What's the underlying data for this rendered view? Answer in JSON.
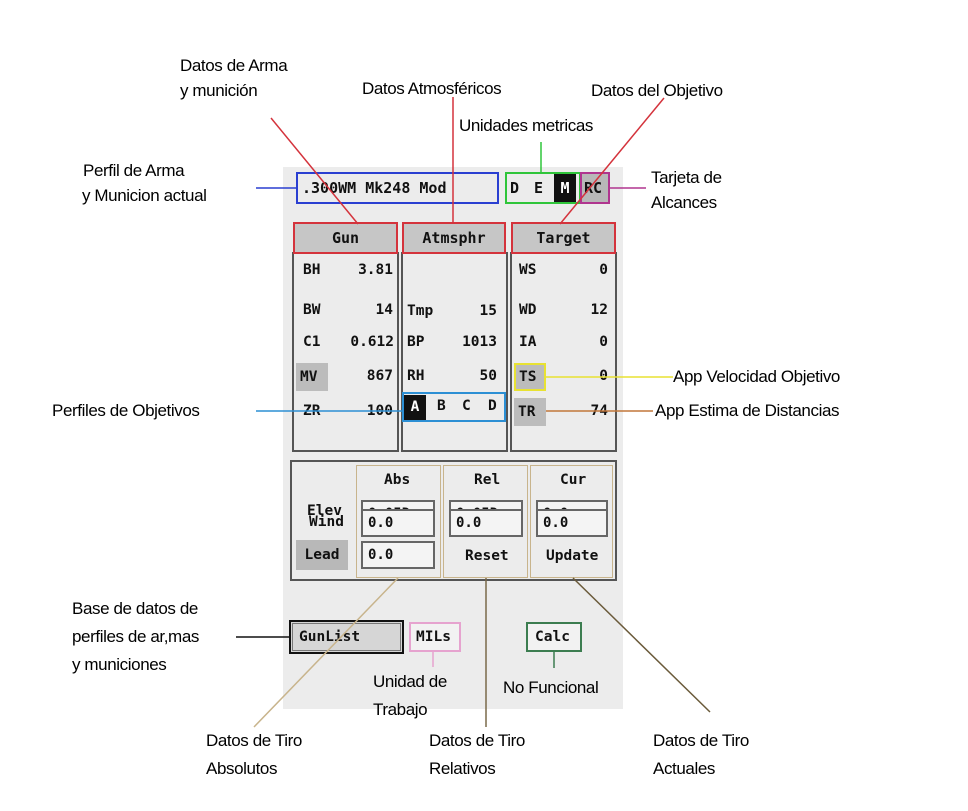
{
  "annotations": {
    "datos_arma": [
      "Datos de Arma",
      "y munición"
    ],
    "datos_atmosfericos": "Datos Atmosféricos",
    "datos_objetivo": "Datos del Objetivo",
    "unidades_metricas": "Unidades metricas",
    "perfil_arma": [
      "Perfil de Arma",
      "y Municion actual"
    ],
    "tarjeta_alcances": [
      "Tarjeta de",
      "Alcances"
    ],
    "app_velocidad": "App Velocidad Objetivo",
    "app_estima": "App Estima de Distancias",
    "perfiles_objetivos": "Perfiles de Objetivos",
    "base_datos": [
      "Base de datos de",
      "perfiles de ar,mas",
      "y municiones"
    ],
    "unidad_trabajo": [
      "Unidad de",
      "Trabajo"
    ],
    "no_funcional": "No Funcional",
    "tiro_absolutos": [
      "Datos de Tiro",
      "Absolutos"
    ],
    "tiro_relativos": [
      "Datos de Tiro",
      "Relativos"
    ],
    "tiro_actuales": [
      "Datos de Tiro",
      "Actuales"
    ]
  },
  "device": {
    "profile": ".300WM Mk248 Mod",
    "units": [
      "D",
      "E",
      "M"
    ],
    "selected_unit": "M",
    "range_card": "RC",
    "gun": {
      "header": "Gun",
      "rows": [
        {
          "label": "BH",
          "value": "3.81"
        },
        {
          "label": "BW",
          "value": "14"
        },
        {
          "label": "C1",
          "value": "0.612"
        },
        {
          "label": "MV",
          "value": "867"
        },
        {
          "label": "ZR",
          "value": "100"
        }
      ]
    },
    "atmos": {
      "header": "Atmsphr",
      "rows": [
        {
          "label": "Tmp",
          "value": "15"
        },
        {
          "label": "BP",
          "value": "1013"
        },
        {
          "label": "RH",
          "value": "50"
        }
      ]
    },
    "target_profiles": [
      "A",
      "B",
      "C",
      "D"
    ],
    "selected_target_profile": "A",
    "target": {
      "header": "Target",
      "rows": [
        {
          "label": "WS",
          "value": "0"
        },
        {
          "label": "WD",
          "value": "12"
        },
        {
          "label": "IA",
          "value": "0"
        },
        {
          "label": "TS",
          "value": "0"
        },
        {
          "label": "TR",
          "value": "74"
        }
      ]
    },
    "solution": {
      "row_labels": [
        "Elev",
        "Wind",
        "Lead"
      ],
      "columns": [
        {
          "header": "Abs",
          "values": [
            "0.05D",
            "0.0",
            "0.0"
          ]
        },
        {
          "header": "Rel",
          "values": [
            "0.05D",
            "0.0"
          ],
          "button": "Reset"
        },
        {
          "header": "Cur",
          "values": [
            "0.0",
            "0.0"
          ],
          "button": "Update"
        }
      ]
    },
    "buttons": {
      "gunlist": "GunList",
      "mils": "MILs",
      "calc": "Calc"
    }
  },
  "colors": {
    "red": "#d4333c",
    "blue": "#2a3fd1",
    "green": "#2fc53a",
    "magenta": "#b0358f",
    "cyan": "#2c8fd4",
    "yellow": "#e8e232",
    "orange": "#c2773a",
    "tan": "#c8b48c",
    "darkgreen": "#3c7d50"
  }
}
